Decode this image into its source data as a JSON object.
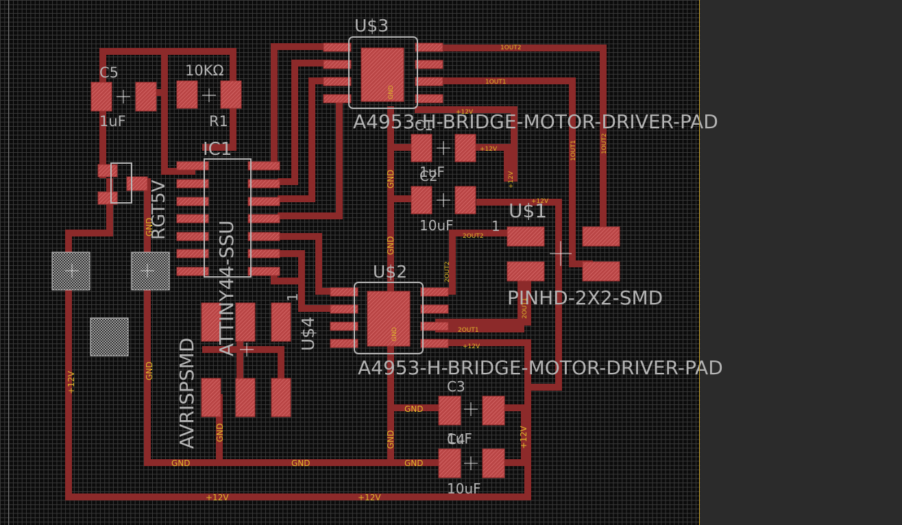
{
  "components": {
    "u3": {
      "name": "U$3",
      "value": "A4953-H-BRIDGE-MOTOR-DRIVER-PAD",
      "gnd": "GND"
    },
    "u2": {
      "name": "U$2",
      "value": "A4953-H-BRIDGE-MOTOR-DRIVER-PAD",
      "gnd": "GND"
    },
    "u1": {
      "name": "U$1",
      "value": "PINHD-2X2-SMD",
      "pin1": "1"
    },
    "u4": {
      "name": "U$4",
      "value": "AVRISPSMD",
      "pin1": "1"
    },
    "ic1": {
      "name": "IC1",
      "value": "ATTINY44-SSU"
    },
    "c1": {
      "name": "C1",
      "value": "1uF"
    },
    "c2": {
      "name": "C2",
      "value": "10uF"
    },
    "c3": {
      "name": "C3",
      "value": "1uF"
    },
    "c4": {
      "name": "C4",
      "value": "10uF"
    },
    "c5": {
      "name": "C5",
      "value": "1uF"
    },
    "r1": {
      "name": "R1",
      "value": "10KΩ"
    },
    "reg": {
      "name": "RGT5V"
    }
  },
  "nets": {
    "gnd": "GND",
    "plus12": "+12V",
    "out1_1": "1OUT1",
    "out1_2": "1OUT2",
    "out2_1": "2OUT1",
    "out2_2": "2OUT2"
  },
  "colors": {
    "canvas_bg": "#0b0b0b",
    "trace": "#8c2a2a",
    "label": "#b4b4b4",
    "net_label": "#e0b92a",
    "panel": "#2b2b2b"
  }
}
